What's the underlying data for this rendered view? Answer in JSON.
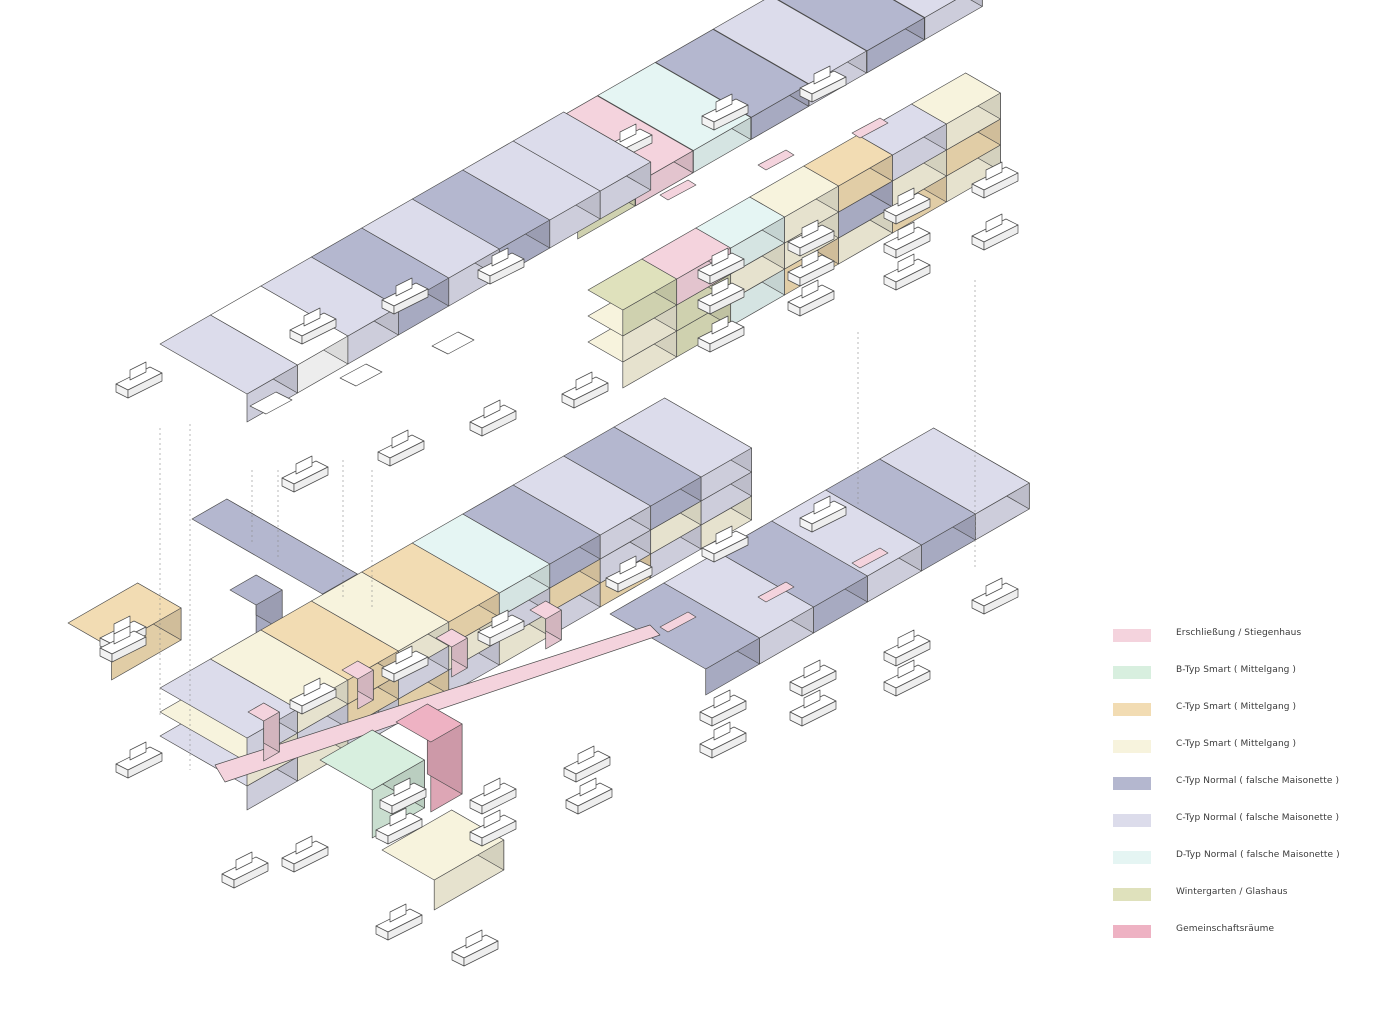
{
  "palette": {
    "circulation": "#f4d3dd",
    "b_smart": "#d8efdf",
    "c_smart_orange": "#f2dcb3",
    "c_smart_cream": "#f7f3dd",
    "c_normal_dark": "#b4b7cf",
    "c_normal_light": "#dcdceb",
    "d_normal": "#e5f5f3",
    "wintergarden": "#dfe1bc",
    "community": "#eeb2c3",
    "white": "#ffffff",
    "stroke": "#4a4a4a"
  },
  "legend": {
    "items": [
      {
        "label": "Erschließung / Stiegenhaus",
        "color": "#f4d3dd"
      },
      {
        "label": "B-Typ Smart ( Mittelgang )",
        "color": "#d8efdf"
      },
      {
        "label": "C-Typ Smart ( Mittelgang )",
        "color": "#f2dcb3"
      },
      {
        "label": "C-Typ Smart ( Mittelgang )",
        "color": "#f7f3dd"
      },
      {
        "label": "C-Typ Normal ( falsche Maisonette )",
        "color": "#b4b7cf"
      },
      {
        "label": "C-Typ Normal ( falsche Maisonette )",
        "color": "#dcdceb"
      },
      {
        "label": "D-Typ Normal ( falsche Maisonette )",
        "color": "#e5f5f3"
      },
      {
        "label": "Wintergarten / Glashaus",
        "color": "#dfe1bc"
      },
      {
        "label": "Gemeinschaftsräume",
        "color": "#eeb2c3"
      }
    ]
  }
}
